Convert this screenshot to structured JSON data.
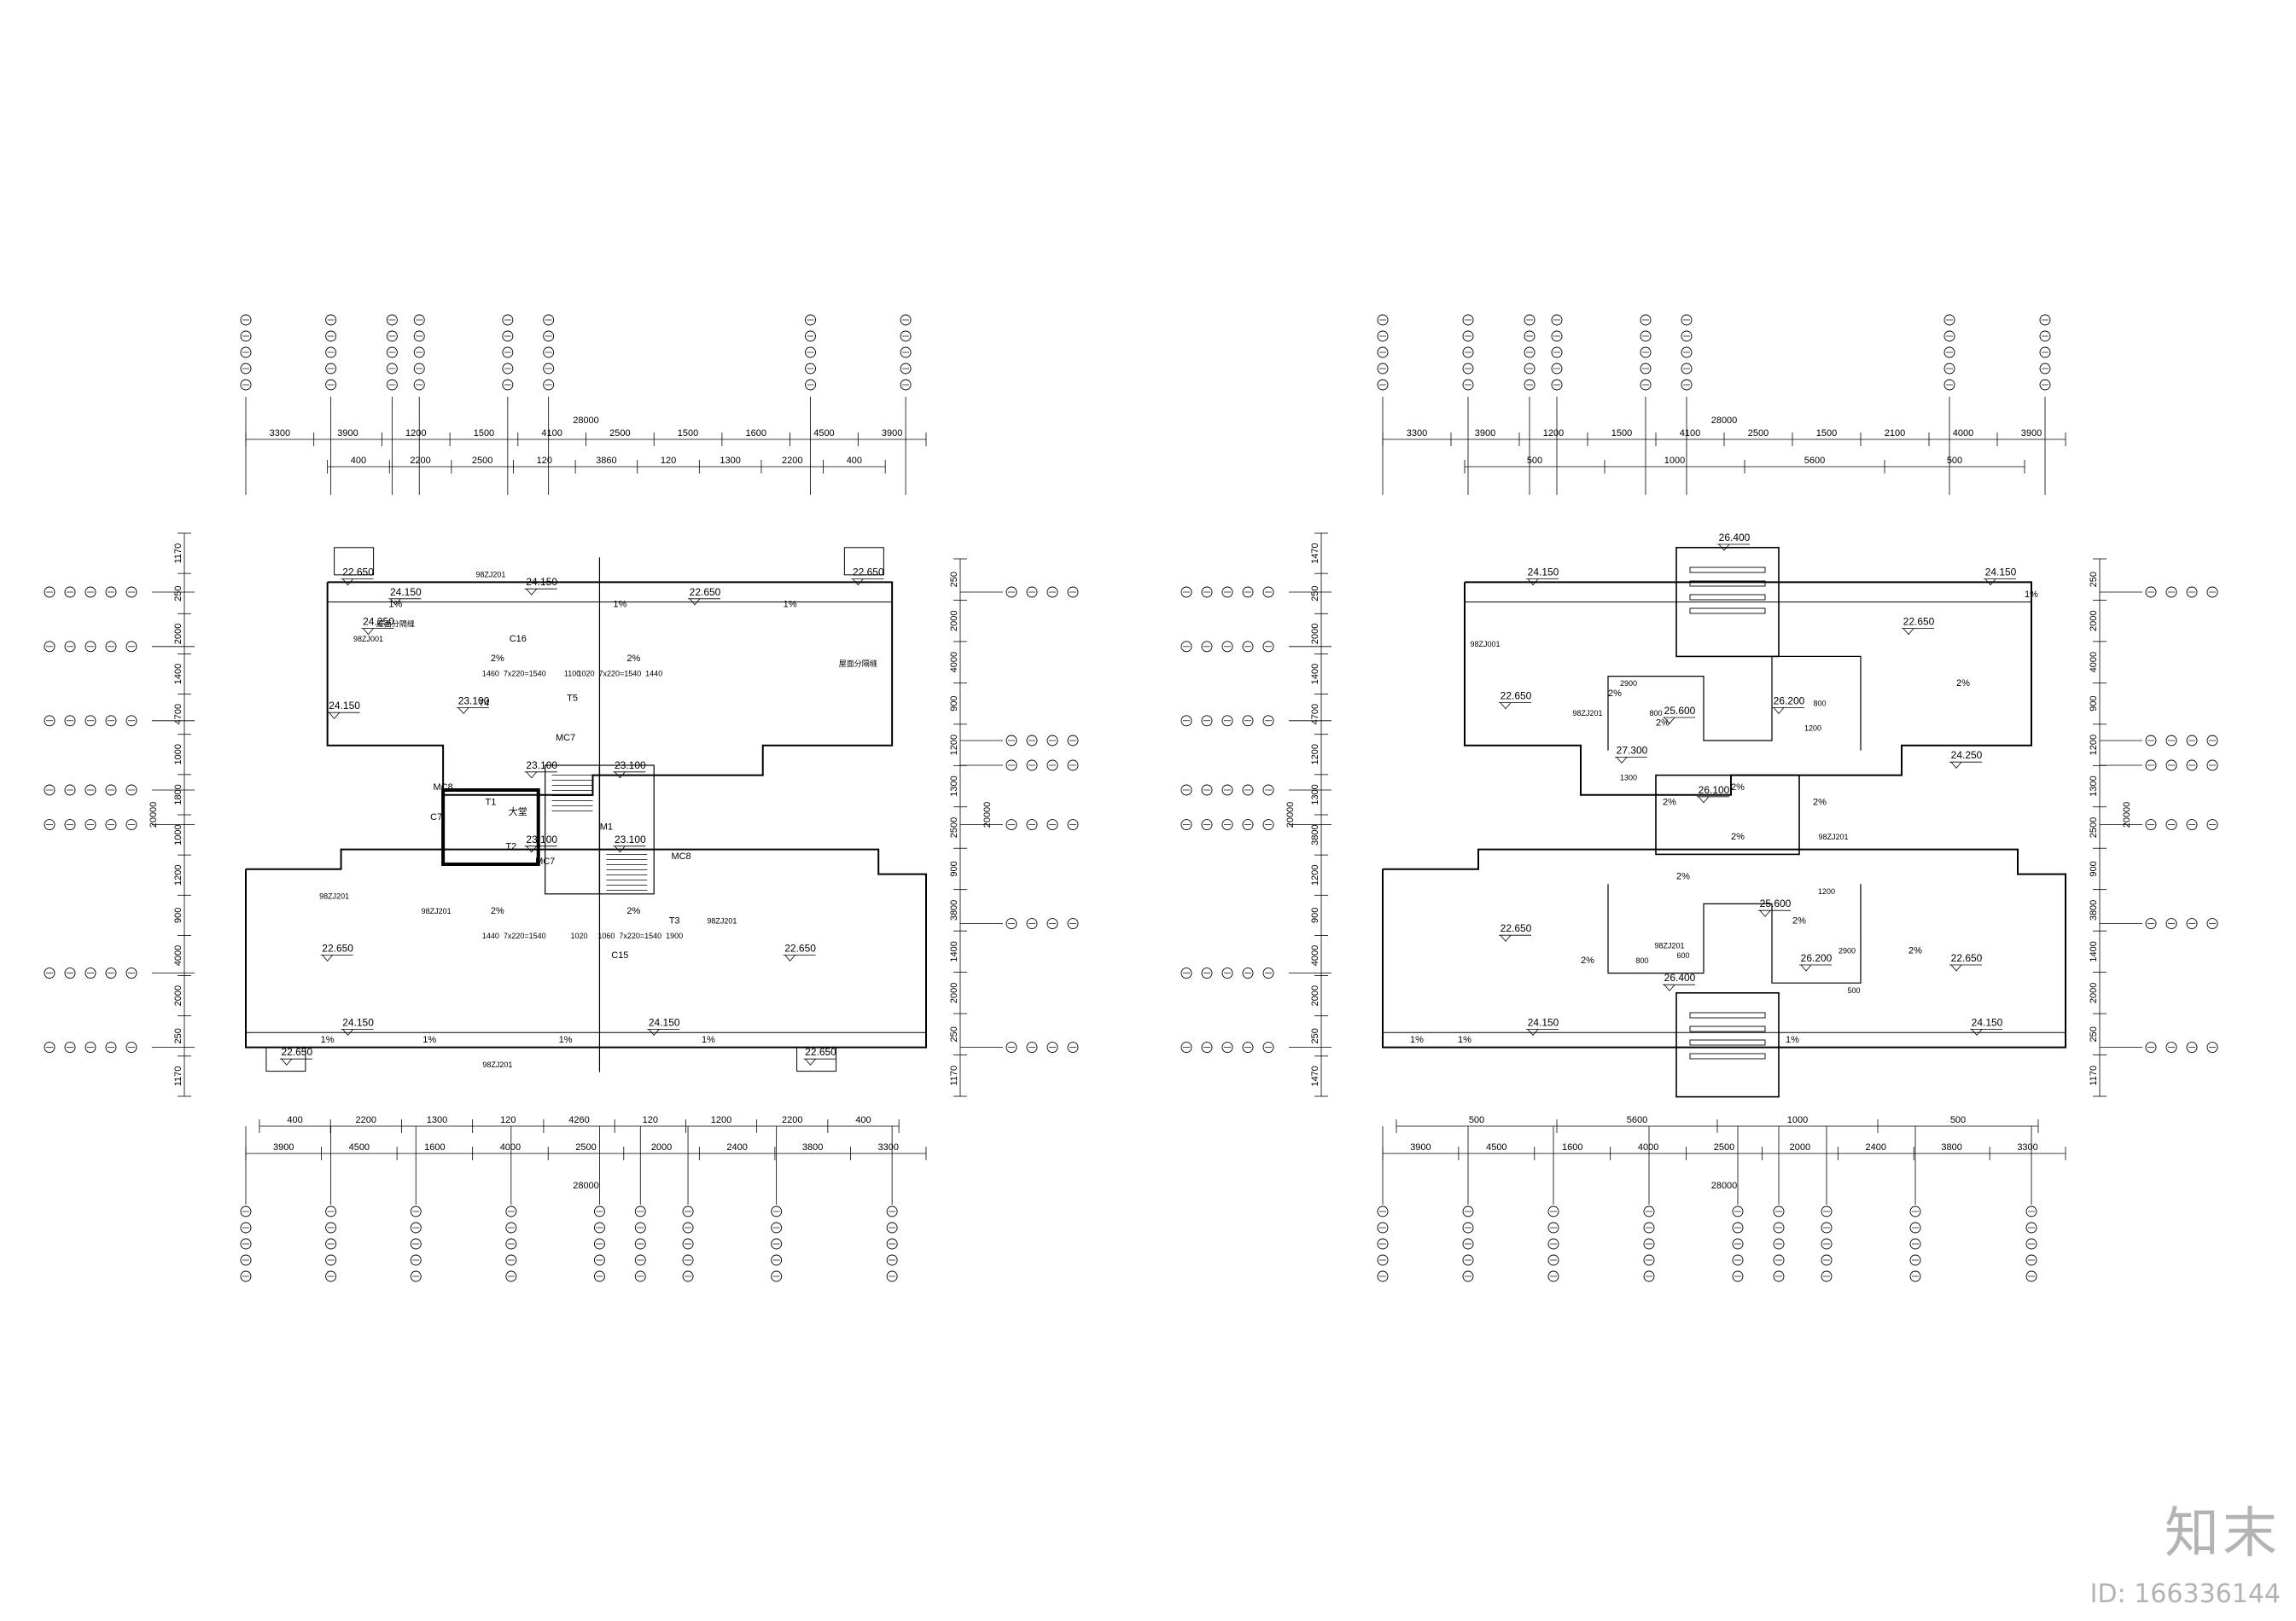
{
  "watermark": {
    "brand": "知末",
    "id": "ID: 166336144"
  },
  "plan_left": {
    "top_total": "28000",
    "top_dims_1": [
      "3300",
      "3900",
      "1200",
      "1500",
      "4100",
      "2500",
      "1500",
      "1600",
      "4500",
      "3900"
    ],
    "top_dims_2": [
      "400",
      "2200",
      "2500",
      "120",
      "3860",
      "120",
      "1300",
      "2200",
      "400"
    ],
    "bottom_total": "28000",
    "bottom_dims_1": [
      "3900",
      "4500",
      "1600",
      "4000",
      "2500",
      "2000",
      "2400",
      "3800",
      "3300"
    ],
    "bottom_dims_2": [
      "400",
      "2200",
      "1300",
      "120",
      "4260",
      "120",
      "1200",
      "2200",
      "400"
    ],
    "left_dims": [
      "1170",
      "250",
      "2000",
      "1400",
      "4700",
      "1000",
      "1800",
      "1000",
      "1200",
      "900",
      "4000",
      "2000",
      "250",
      "1170"
    ],
    "left_total": "20000",
    "right_dims": [
      "250",
      "2000",
      "4000",
      "900",
      "1200",
      "1300",
      "2500",
      "900",
      "3800",
      "1400",
      "2000",
      "250",
      "1170"
    ],
    "right_total": "20000",
    "elevations": [
      "22.650",
      "24.150",
      "24.150",
      "22.650",
      "22.650",
      "24.150",
      "24.250",
      "23.100",
      "23.100",
      "23.100",
      "23.100",
      "23.100",
      "22.650",
      "22.650",
      "24.150",
      "24.150",
      "22.650",
      "22.650"
    ],
    "slopes": [
      "1%",
      "1%",
      "1%",
      "2%",
      "2%",
      "2%",
      "2%",
      "1%",
      "1%",
      "1%",
      "1%"
    ],
    "labels": [
      "C16",
      "C15",
      "C7",
      "MC8",
      "MC7",
      "MC7",
      "MC8",
      "T4",
      "T5",
      "T1",
      "T2",
      "T3",
      "大堂",
      "M1"
    ],
    "stair_dims": [
      "1460",
      "7x220=1540",
      "1100",
      "1020",
      "7x220=1540",
      "1440",
      "1440",
      "7x220=1540",
      "1020",
      "1060",
      "7x220=1540",
      "1900"
    ],
    "notes": [
      "98ZJ201",
      "98ZJ201",
      "98ZJ201",
      "98ZJ201",
      "98ZJ201",
      "98ZJ001",
      "屋面分隔缝",
      "屋面分隔缝"
    ]
  },
  "plan_right": {
    "top_total": "28000",
    "top_dims_1": [
      "3300",
      "3900",
      "1200",
      "1500",
      "4100",
      "2500",
      "1500",
      "2100",
      "4000",
      "3900"
    ],
    "top_dims_2": [
      "500",
      "1000",
      "5600",
      "500"
    ],
    "bottom_total": "28000",
    "bottom_dims_1": [
      "3900",
      "4500",
      "1600",
      "4000",
      "2500",
      "2000",
      "2400",
      "3800",
      "3300"
    ],
    "bottom_dims_2": [
      "500",
      "5600",
      "1000",
      "500"
    ],
    "left_dims": [
      "1470",
      "250",
      "2000",
      "1400",
      "4700",
      "1200",
      "1300",
      "3800",
      "1200",
      "900",
      "4000",
      "2000",
      "250",
      "1470"
    ],
    "left_total": "20000",
    "right_dims": [
      "250",
      "2000",
      "4000",
      "900",
      "1200",
      "1300",
      "2500",
      "900",
      "3800",
      "1400",
      "2000",
      "250",
      "1170"
    ],
    "right_total": "20000",
    "elevations": [
      "26.400",
      "24.150",
      "24.150",
      "22.650",
      "22.650",
      "25.600",
      "26.200",
      "27.300",
      "26.100",
      "24.250",
      "25.600",
      "26.200",
      "22.650",
      "22.650",
      "26.400",
      "24.150",
      "24.150"
    ],
    "slopes": [
      "1%",
      "1%",
      "2%",
      "2%",
      "2%",
      "2%",
      "2%",
      "2%",
      "2%",
      "2%",
      "2%",
      "2%",
      "2%",
      "1%",
      "1%"
    ],
    "small_dims": [
      "800",
      "800",
      "2900",
      "1300",
      "1200",
      "1200",
      "2900",
      "800",
      "600",
      "500"
    ],
    "notes": [
      "98ZJ001",
      "98ZJ201",
      "98ZJ201",
      "98ZJ201"
    ]
  }
}
